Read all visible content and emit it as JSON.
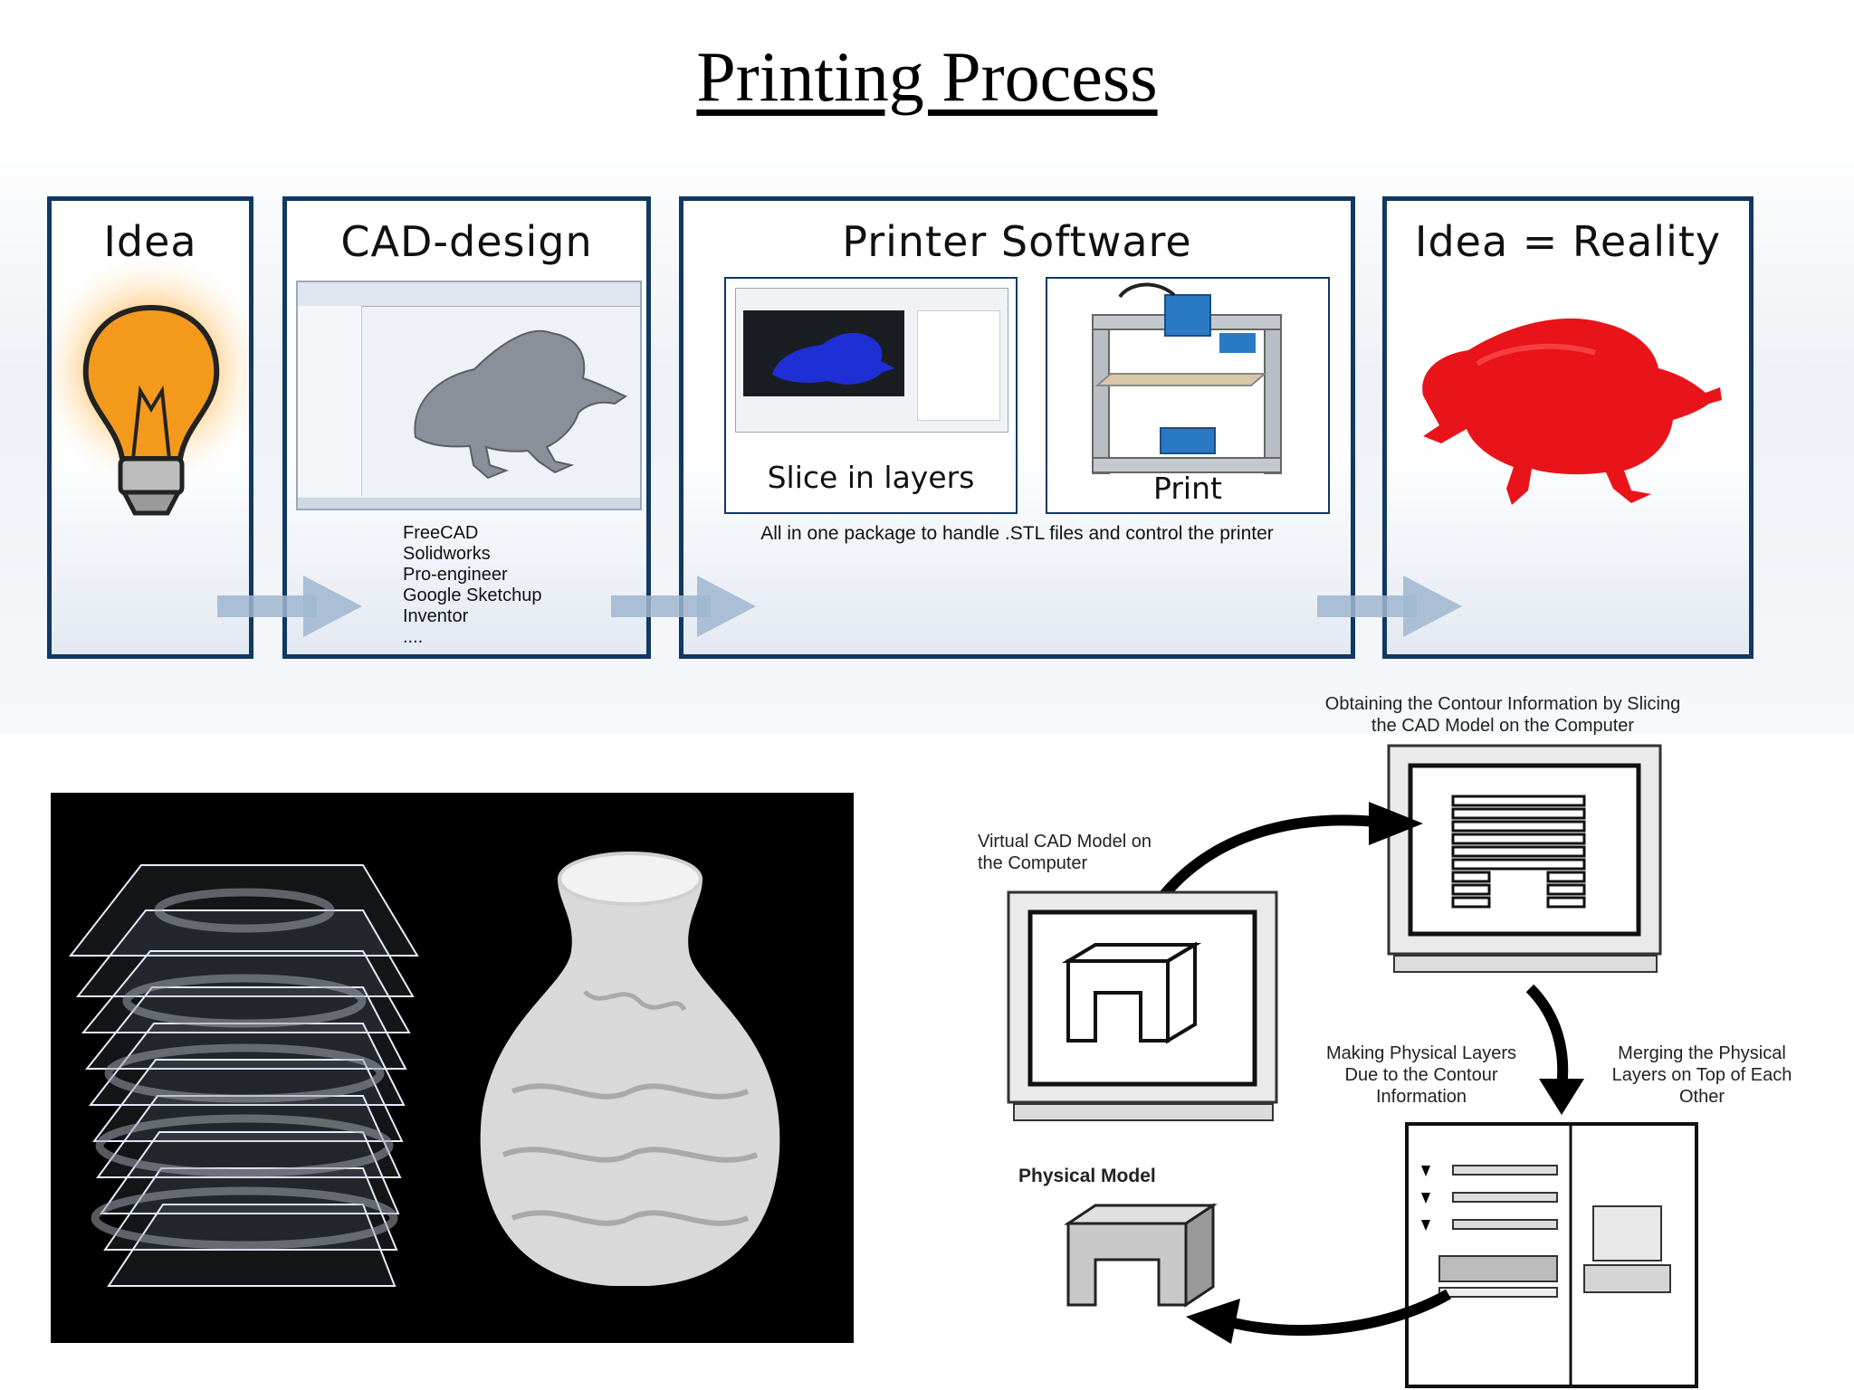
{
  "title": "Printing Process",
  "flow": {
    "idea": "Idea",
    "cad": "CAD-design",
    "software": "Printer Software",
    "reality": "Idea = Reality",
    "slice_caption": "Slice in layers",
    "print_caption": "Print",
    "software_note": "All in one package to handle .STL files and control the printer",
    "cad_tools": [
      "FreeCAD",
      "Solidworks",
      "Pro-engineer",
      "Google Sketchup",
      "Inventor",
      "...."
    ]
  },
  "diagram": {
    "top_label": "Obtaining the Contour Information by Slicing the CAD Model on the Computer",
    "virtual_label": "Virtual CAD Model on the Computer",
    "making_label": "Making Physical Layers Due to the Contour Information",
    "merging_label": "Merging the Physical Layers on Top of Each Other",
    "physical_label": "Physical Model"
  },
  "colors": {
    "panel_border": "#123864",
    "arrow": "#9fb6cf",
    "frog_red": "#e8141a",
    "frog_gray": "#8a8f99",
    "bulb": "#f39a1d"
  }
}
